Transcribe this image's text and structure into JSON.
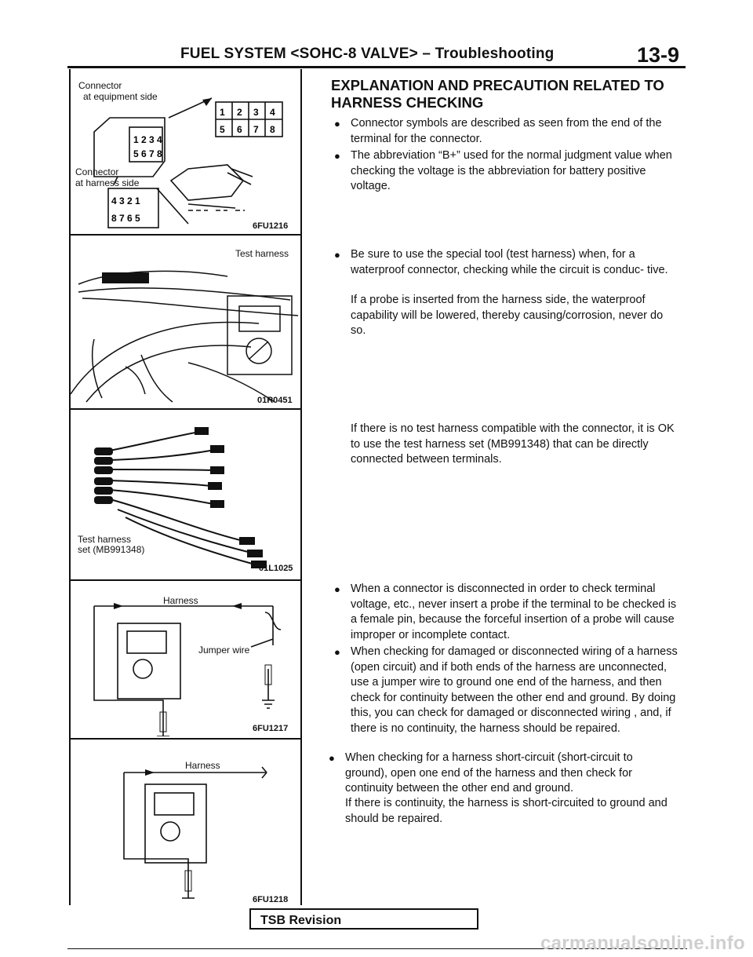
{
  "header": {
    "title": "FUEL SYSTEM <SOHC-8 VALVE> – Troubleshooting",
    "page_number": "13-9"
  },
  "figures": {
    "fig1": {
      "label_top": "Connector",
      "label_top2": "at equipment side",
      "label_side": "Connector",
      "label_side2": "at harness side",
      "code": "6FU1216"
    },
    "fig2": {
      "label": "Test harness",
      "code": "01R0451"
    },
    "fig3": {
      "label": "Test harness",
      "label2": "set (MB991348)",
      "code": "01L1025"
    },
    "fig4": {
      "label_harness": "Harness",
      "label_jumper": "Jumper wire",
      "code": "6FU1217"
    },
    "fig5": {
      "label_harness": "Harness",
      "code": "6FU1218"
    }
  },
  "section": {
    "title": "EXPLANATION AND PRECAUTION RELATED TO HARNESS CHECKING",
    "bullets1": [
      "Connector symbols are described as seen from the end of the terminal for the connector.",
      "The abbreviation “B+” used for the normal judgment value when checking the voltage is the abbreviation for battery positive voltage."
    ],
    "bullet2": "Be sure to use the special tool (test harness) when, for a waterproof connector, checking while the circuit is conduc- tive.",
    "bullet2_cont": "If a probe is inserted from the harness side, the waterproof capability will be lowered, thereby causing/corrosion, never do so.",
    "para3": "If there is no test harness compatible with the connector, it is OK to use the test harness set (MB991348) that can be directly connected between terminals.",
    "bullets4": [
      "When a connector is disconnected in order to check terminal voltage, etc., never insert a probe if the terminal to be checked is a female pin, because the forceful insertion of a probe will cause improper or incomplete contact.",
      "When checking for damaged or disconnected wiring of a harness (open circuit) and if both ends of the harness are unconnected, use a jumper wire to ground one end of the harness, and then check for continuity between the other end and ground. By doing this, you can check for damaged or disconnected wiring , and, if there is no continuity, the harness should be repaired."
    ],
    "bullet5": "When checking for a harness short-circuit (short-circuit to ground), open one end of the harness and then check for continuity between the other end and ground.",
    "bullet5_cont": "If there is continuity, the harness is short-circuited to ground and should be repaired."
  },
  "footer": {
    "tsb": "TSB Revision",
    "watermark": "carmanualsonline.info"
  }
}
